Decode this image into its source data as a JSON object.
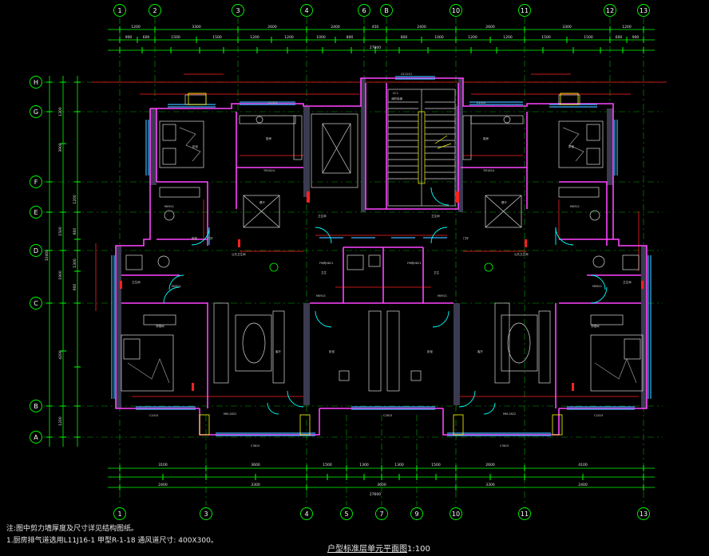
{
  "drawing": {
    "title_main": "户型标准层单元平面图",
    "title_scale": "1:100",
    "notes": [
      "注:图中剪力墙厚度及尺寸详见结构图纸。",
      "1.厨房排气道选用L11J16-1    甲型R-1-18    通风道尺寸:  400X300。"
    ]
  },
  "axes": {
    "top_labels": [
      "1",
      "2",
      "3",
      "4",
      "6",
      "B",
      "10",
      "11",
      "12",
      "13"
    ],
    "bottom_labels": [
      "1",
      "3",
      "4",
      "5",
      "7",
      "9",
      "10",
      "11",
      "13"
    ],
    "left_labels": [
      "H",
      "G",
      "F",
      "E",
      "D",
      "C",
      "B",
      "A"
    ]
  },
  "colors": {
    "wall": "#ff44ff",
    "wall_fill": "#3a3a50",
    "grid": "#00c800",
    "dimension": "#00ff00",
    "red": "#ff2020",
    "window": "#3cb4ff",
    "furniture": "#d8d8d8",
    "door": "#00ffff",
    "text": "#e6e6e6",
    "yellow": "#ffff00"
  }
}
